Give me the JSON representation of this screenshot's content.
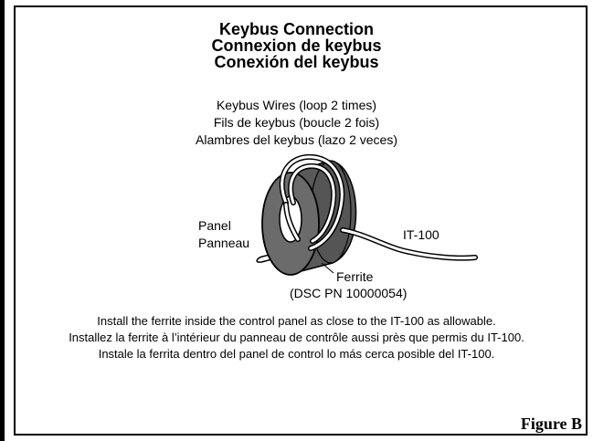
{
  "titles": [
    "Keybus Connection",
    "Connexion de keybus",
    "Conexión del keybus"
  ],
  "wire_labels": [
    "Keybus Wires (loop 2 times)",
    "Fils de keybus (boucle 2 fois)",
    "Alambres del keybus (lazo 2 veces)"
  ],
  "labels": {
    "panel": "Panel",
    "panneau": "Panneau",
    "it100": "IT-100",
    "ferrite": "Ferrite",
    "ferrite_pn": "(DSC PN 10000054)"
  },
  "install_text": [
    "Install the ferrite inside the control panel as close to the IT-100 as allowable.",
    "Installez la ferrite à l’intérieur du panneau de contrôle aussi près que permis du IT-100.",
    "Instale la ferrita dentro del panel de control lo más cerca posible del IT-100."
  ],
  "figure_label": "Figure B",
  "colors": {
    "ferrite": "#595959",
    "ferrite_face": "#6b6b6b",
    "ink": "#000000"
  }
}
